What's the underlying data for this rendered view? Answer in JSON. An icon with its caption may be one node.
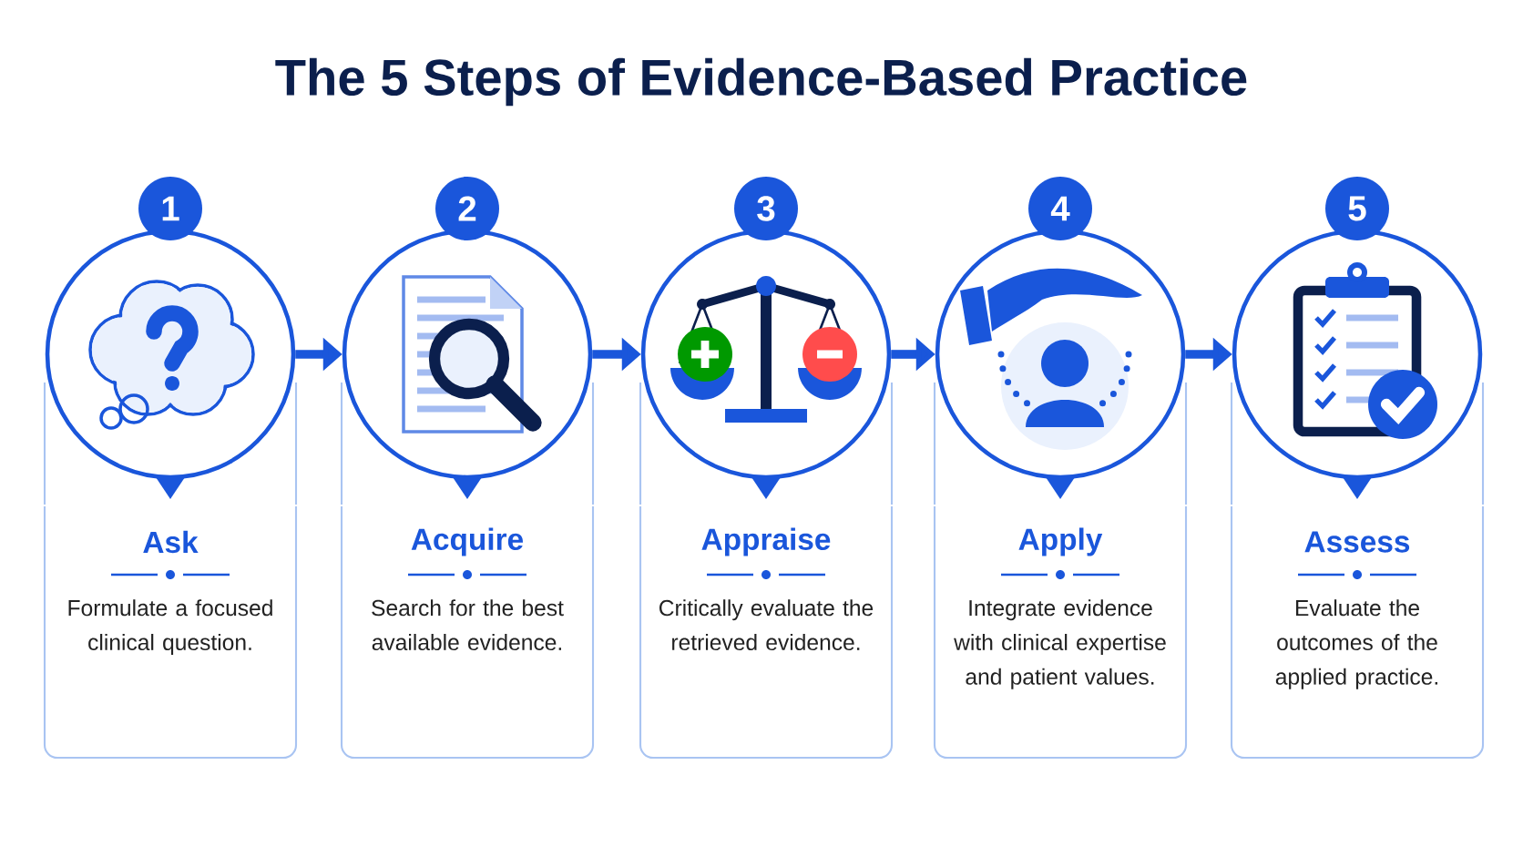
{
  "diagram": {
    "title": "The 5 Steps of Evidence-Based Practice",
    "nodes": [
      {
        "text": [
          "1"
        ]
      },
      {
        "text": [],
        "shape": "circle"
      },
      {
        "text": [
          "Ask",
          "Formulate a focused clinical question."
        ]
      },
      {
        "text": [
          "2"
        ]
      },
      {
        "text": [],
        "shape": "circle"
      },
      {
        "text": [
          "Acquire",
          "Search for the best available evidence."
        ]
      },
      {
        "text": [
          "3"
        ]
      },
      {
        "text": [],
        "shape": "circle"
      },
      {
        "text": [
          "Appraise",
          "Critically evaluate the retrieved evidence."
        ]
      },
      {
        "text": [
          "4"
        ]
      },
      {
        "text": [],
        "shape": "circle"
      },
      {
        "text": [
          "Apply",
          "Integrate evidence with clinical expertise and patient values."
        ]
      },
      {
        "text": [
          "5"
        ]
      },
      {
        "text": [],
        "shape": "circle"
      },
      {
        "text": [
          "Assess",
          "Evaluate the outcomes of the applied practice."
        ]
      }
    ],
    "edges": [
      {
        "from": 1,
        "to": 4,
        "arrow": "to"
      },
      {
        "from": 4,
        "to": 7,
        "arrow": "to"
      },
      {
        "from": 7,
        "to": 10,
        "arrow": "to"
      },
      {
        "from": 10,
        "to": 13,
        "arrow": "to"
      }
    ]
  }
}
